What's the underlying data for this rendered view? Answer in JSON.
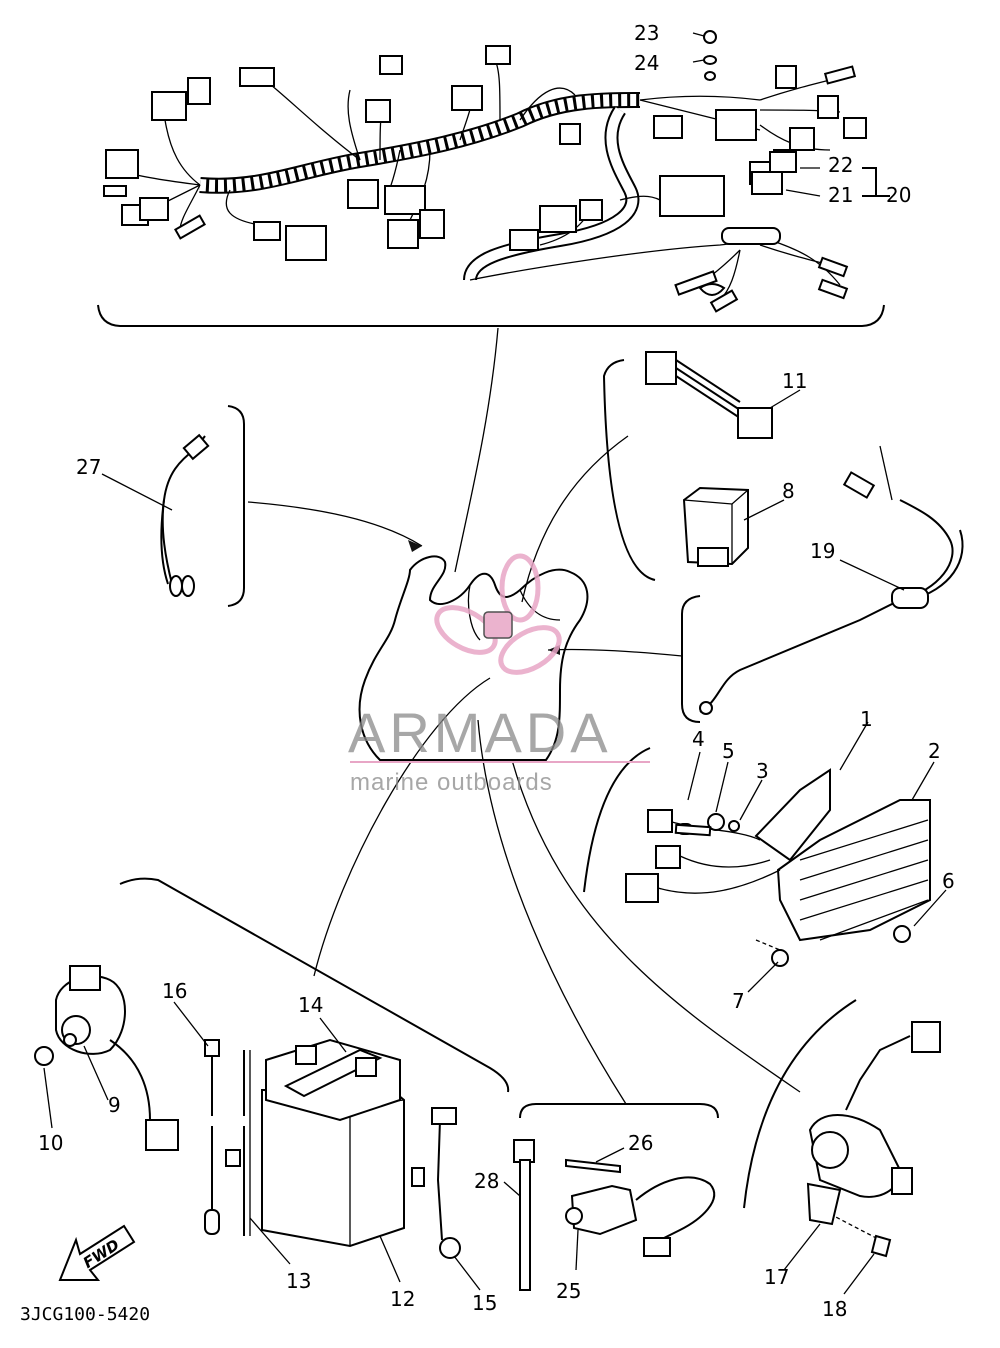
{
  "diagram_code": "3JCG100-5420",
  "watermark": {
    "brand": "ARMADA",
    "tagline": "marine outboards",
    "logo_color": "#e8a6c6",
    "text_color": "#8a8a8a"
  },
  "direction_arrow": "FWD",
  "part_numbers": {
    "p1": "1",
    "p2": "2",
    "p3": "3",
    "p4": "4",
    "p5": "5",
    "p6": "6",
    "p7": "7",
    "p8": "8",
    "p9": "9",
    "p10": "10",
    "p11": "11",
    "p12": "12",
    "p13": "13",
    "p14": "14",
    "p15": "15",
    "p16": "16",
    "p17": "17",
    "p18": "18",
    "p19": "19",
    "p20": "20",
    "p21": "21",
    "p22": "22",
    "p23": "23",
    "p24": "24",
    "p25": "25",
    "p26": "26",
    "p27": "27",
    "p28": "28"
  }
}
